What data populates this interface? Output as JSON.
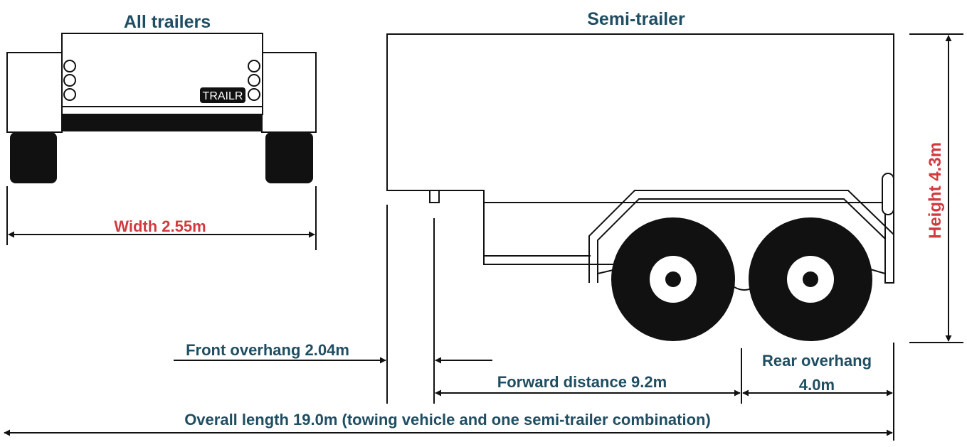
{
  "titles": {
    "all_trailers": "All trailers",
    "semi_trailer": "Semi-trailer"
  },
  "plate": "TRAILR",
  "dimensions": {
    "width": "Width 2.55m",
    "height": "Height 4.3m",
    "front_overhang": "Front overhang 2.04m",
    "forward_distance": "Forward distance 9.2m",
    "rear_overhang_line1": "Rear overhang",
    "rear_overhang_line2": "4.0m",
    "overall_length": "Overall length 19.0m (towing vehicle and one semi-trailer combination)"
  },
  "colors": {
    "heading": "#1f4e63",
    "accent": "#d23a3f",
    "line": "#111111"
  }
}
